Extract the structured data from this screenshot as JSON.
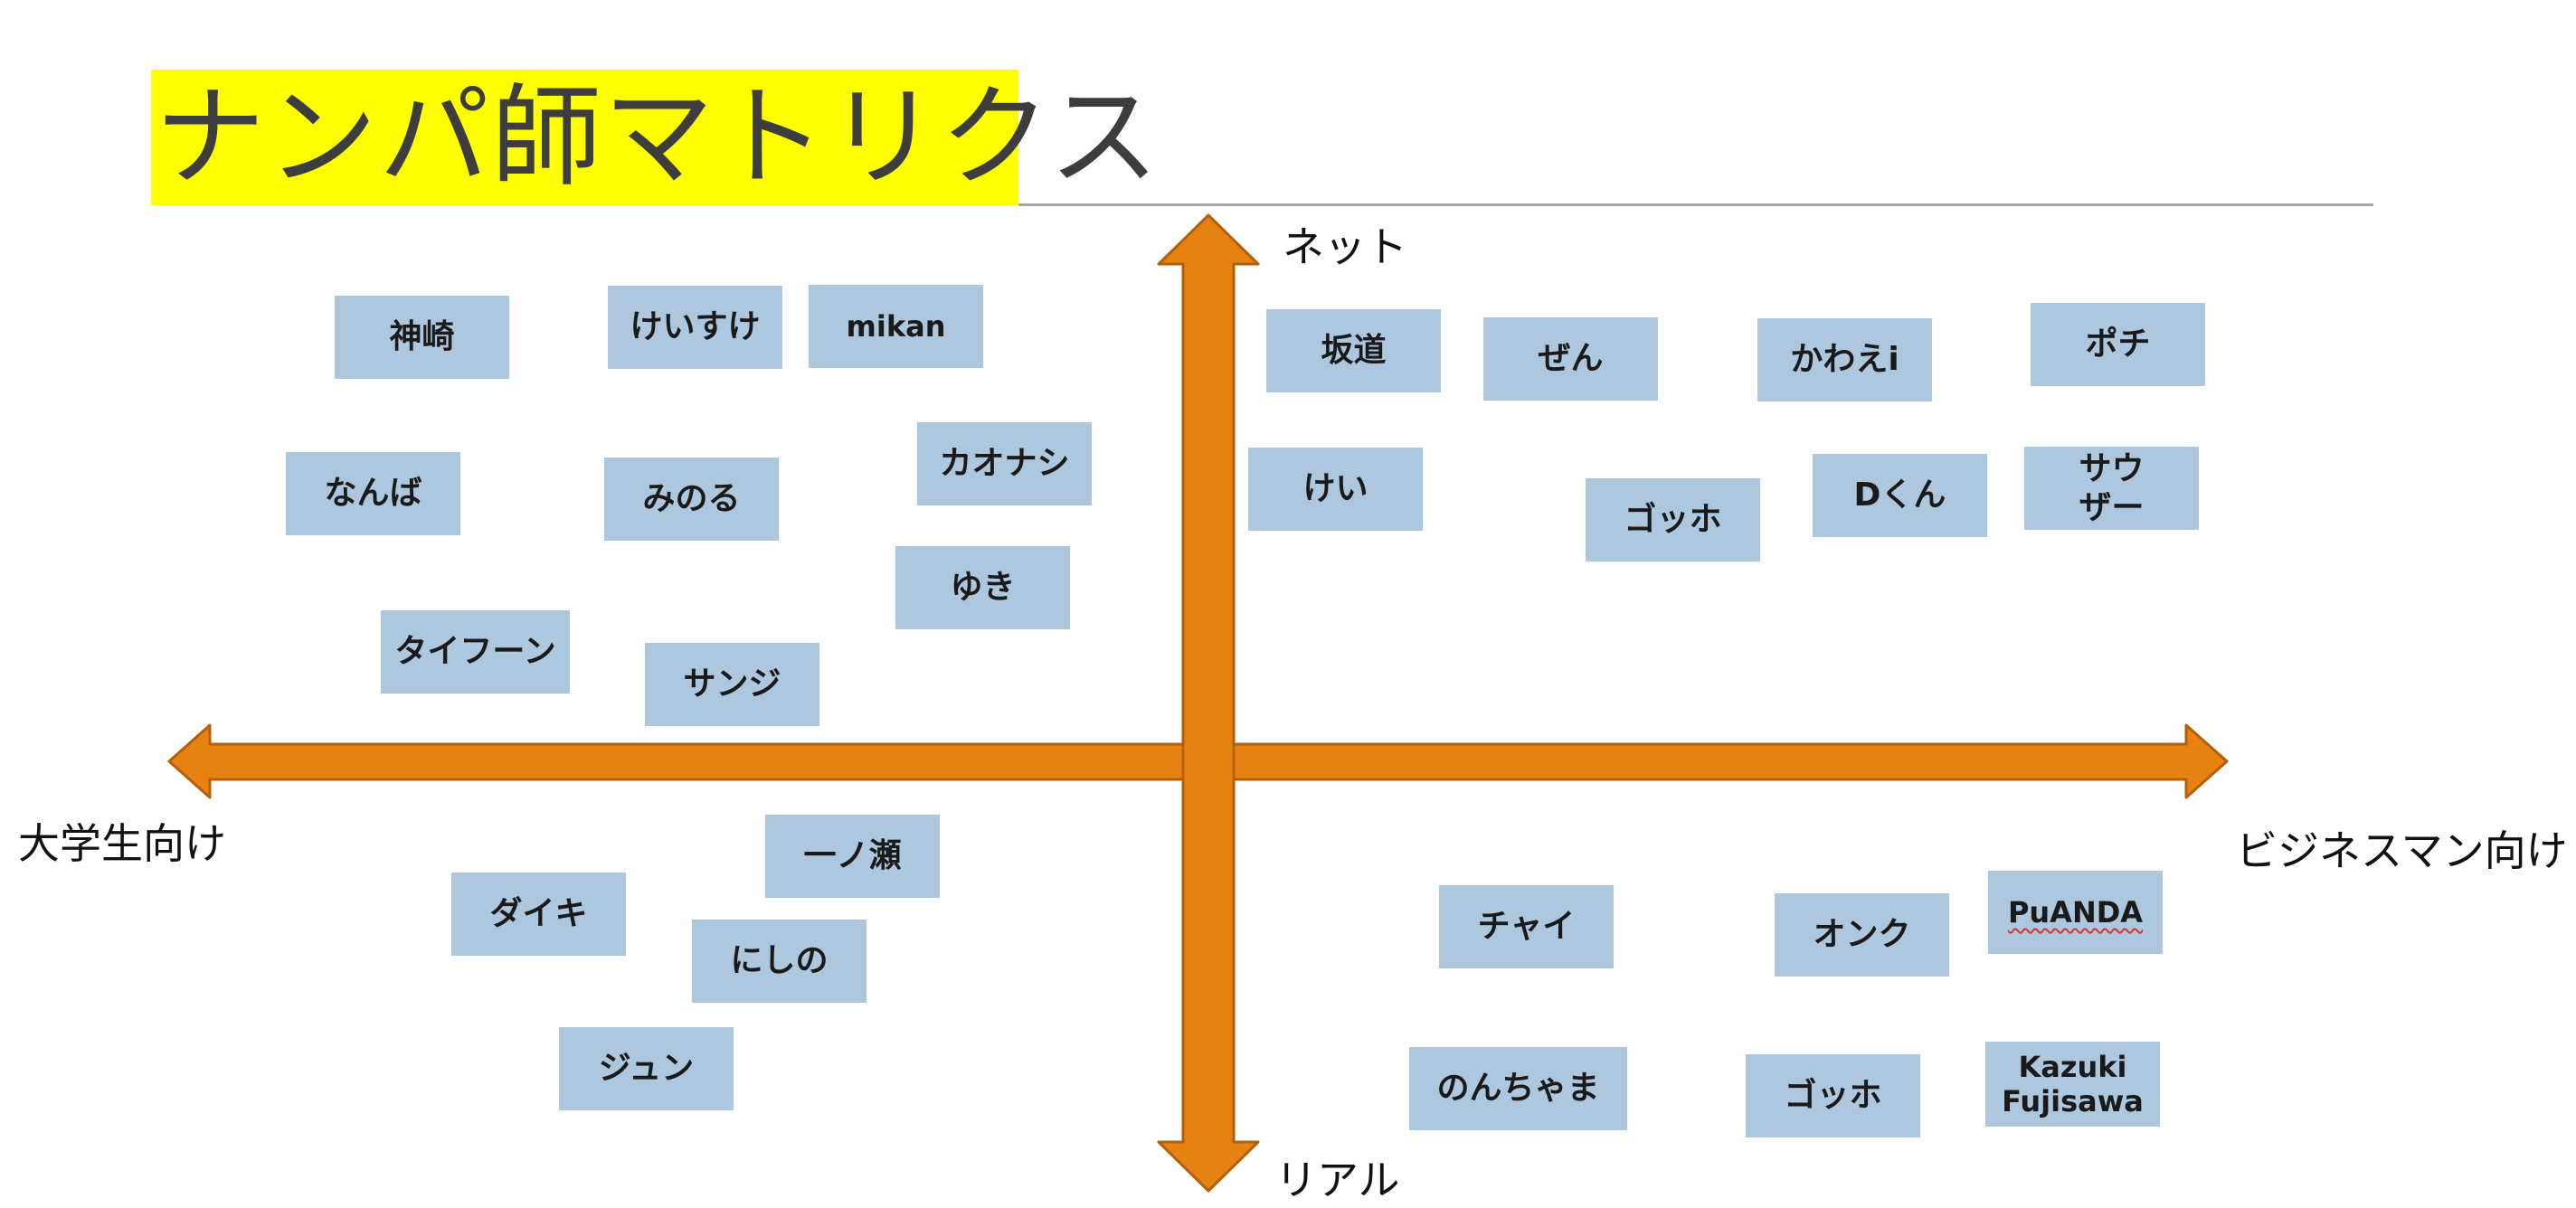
{
  "title": "ナンパ師マトリクス",
  "colors": {
    "title_highlight": "#ffff00",
    "title_text": "#3d3d3d",
    "arrow_fill": "#e58212",
    "arrow_stroke": "#b55f0a",
    "box_fill": "#adc7de"
  },
  "axes": {
    "top": "ネット",
    "bottom": "リアル",
    "left": "大学生向け",
    "right": "ビジネスマン向け"
  },
  "quadrants": {
    "net_student": [
      "神崎",
      "けいすけ",
      "mikan",
      "なんば",
      "みのる",
      "カオナシ",
      "ゆき",
      "タイフーン",
      "サンジ"
    ],
    "net_business": [
      "坂道",
      "ぜん",
      "かわえi",
      "ポチ",
      "けい",
      "ゴッホ",
      "Dくん",
      "サウ\nザー"
    ],
    "real_student": [
      "一ノ瀬",
      "ダイキ",
      "にしの",
      "ジュン"
    ],
    "real_business": [
      "チャイ",
      "オンク",
      "PuANDA",
      "のんちゃま",
      "ゴッホ",
      "Kazuki\nFujisawa"
    ]
  }
}
